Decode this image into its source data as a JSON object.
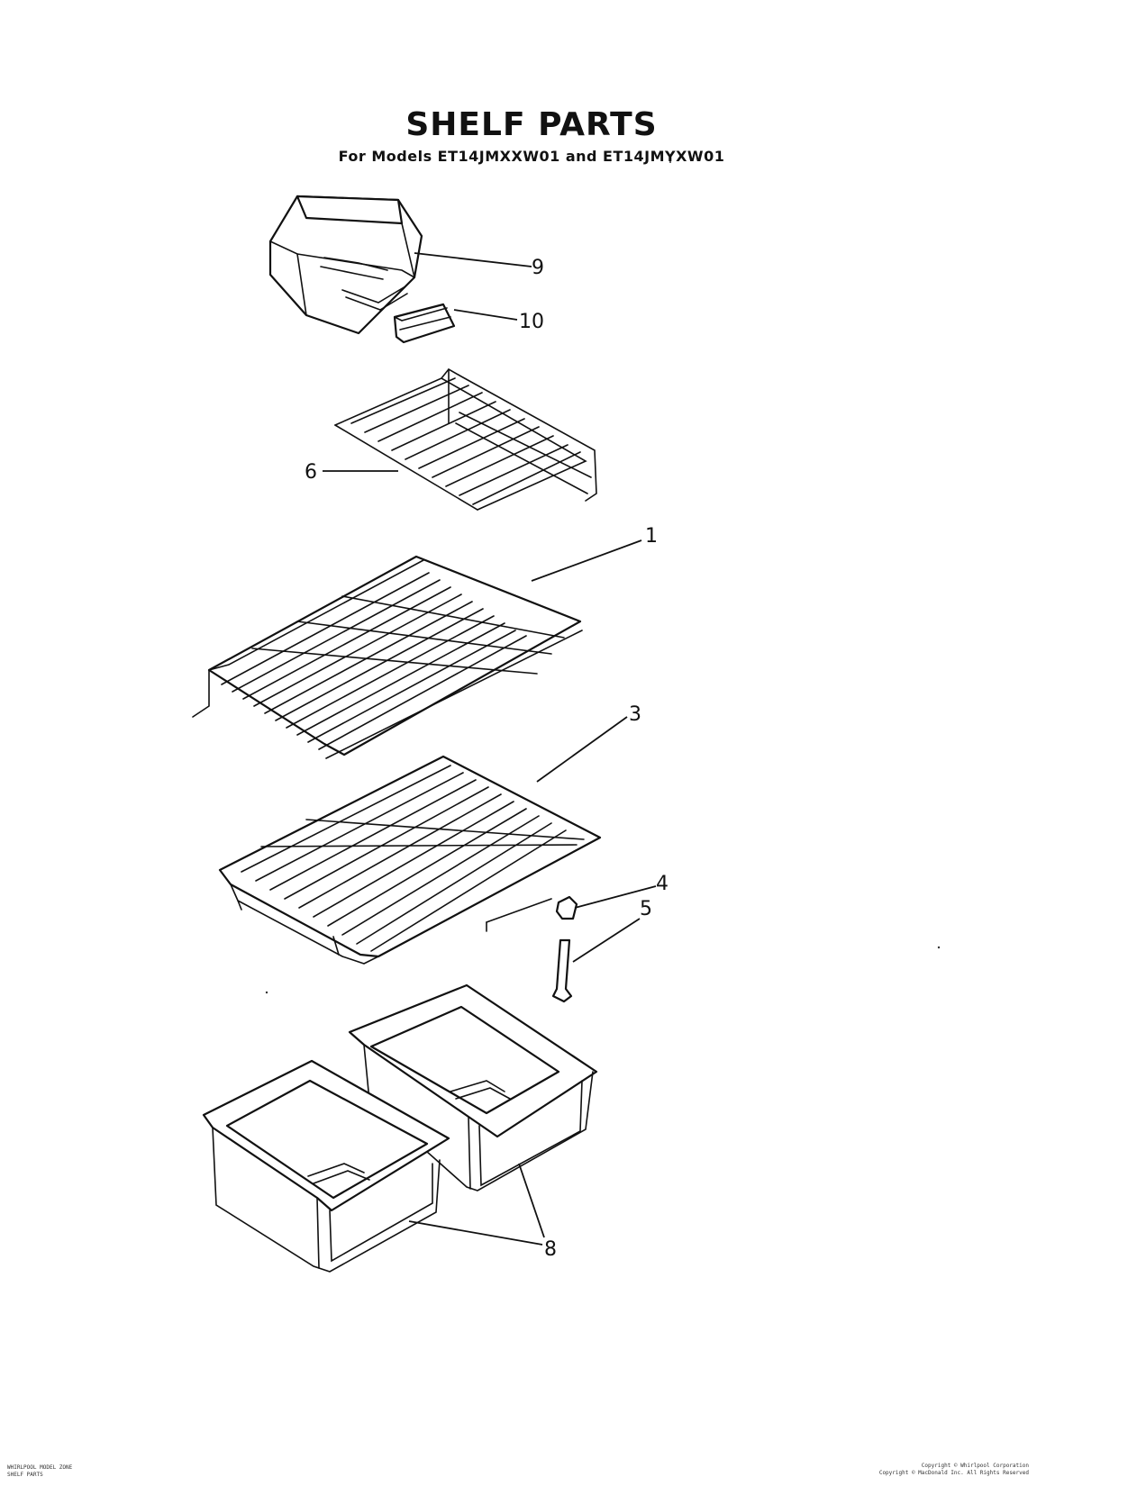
{
  "header": {
    "title": "SHELF PARTS",
    "subtitle": "For Models ET14JMXXW01 and ET14JMYXW01"
  },
  "callouts": [
    "9",
    "10",
    "6",
    "1",
    "3",
    "4",
    "5",
    "8"
  ],
  "parts": [
    "deli-drawer",
    "drawer-cover-bracket",
    "wire-shelf-small",
    "wire-shelf-large",
    "crisper-cover-shelf",
    "cover-support-clip",
    "cover-support-post",
    "crisper-drawer-right",
    "crisper-drawer-left"
  ],
  "footer": {
    "left_lines": [
      "WHIRLPOOL MODEL ZONE",
      "SHELF PARTS"
    ],
    "right_lines": [
      "Copyright © Whirlpool Corporation",
      "Copyright © MacDonald Inc. All Rights Reserved"
    ]
  }
}
